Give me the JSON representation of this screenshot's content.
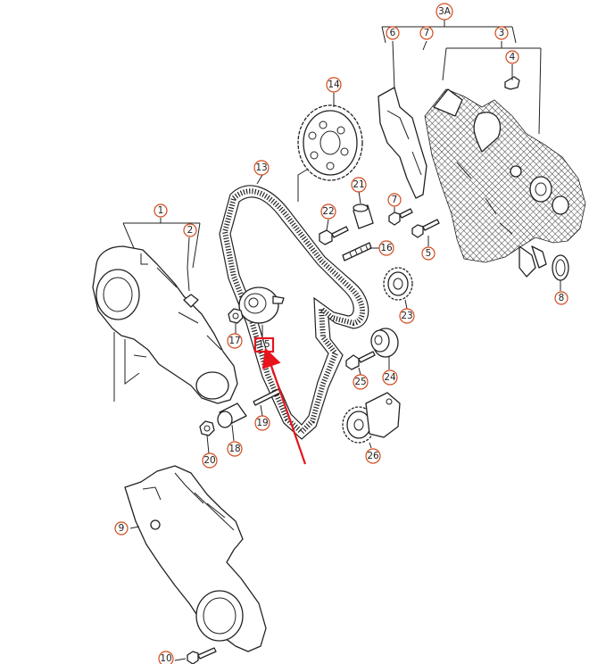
{
  "diagram": {
    "callouts": [
      {
        "id": "1",
        "label": "1"
      },
      {
        "id": "2",
        "label": "2"
      },
      {
        "id": "3",
        "label": "3"
      },
      {
        "id": "3A",
        "label": "3A"
      },
      {
        "id": "4",
        "label": "4"
      },
      {
        "id": "5",
        "label": "5"
      },
      {
        "id": "6",
        "label": "6"
      },
      {
        "id": "7a",
        "label": "7"
      },
      {
        "id": "7b",
        "label": "7"
      },
      {
        "id": "8",
        "label": "8"
      },
      {
        "id": "9",
        "label": "9"
      },
      {
        "id": "10",
        "label": "10"
      },
      {
        "id": "13",
        "label": "13"
      },
      {
        "id": "14",
        "label": "14"
      },
      {
        "id": "15",
        "label": "15"
      },
      {
        "id": "16",
        "label": "16"
      },
      {
        "id": "17",
        "label": "17"
      },
      {
        "id": "18",
        "label": "18"
      },
      {
        "id": "19",
        "label": "19"
      },
      {
        "id": "20",
        "label": "20"
      },
      {
        "id": "21",
        "label": "21"
      },
      {
        "id": "22",
        "label": "22"
      },
      {
        "id": "23",
        "label": "23"
      },
      {
        "id": "24",
        "label": "24"
      },
      {
        "id": "25",
        "label": "25"
      },
      {
        "id": "26",
        "label": "26"
      }
    ],
    "highlight": {
      "label": "15",
      "box_color": "#e8141c",
      "arrow_color": "#e8141c"
    },
    "callout_ring_color": "#d04a1c"
  }
}
